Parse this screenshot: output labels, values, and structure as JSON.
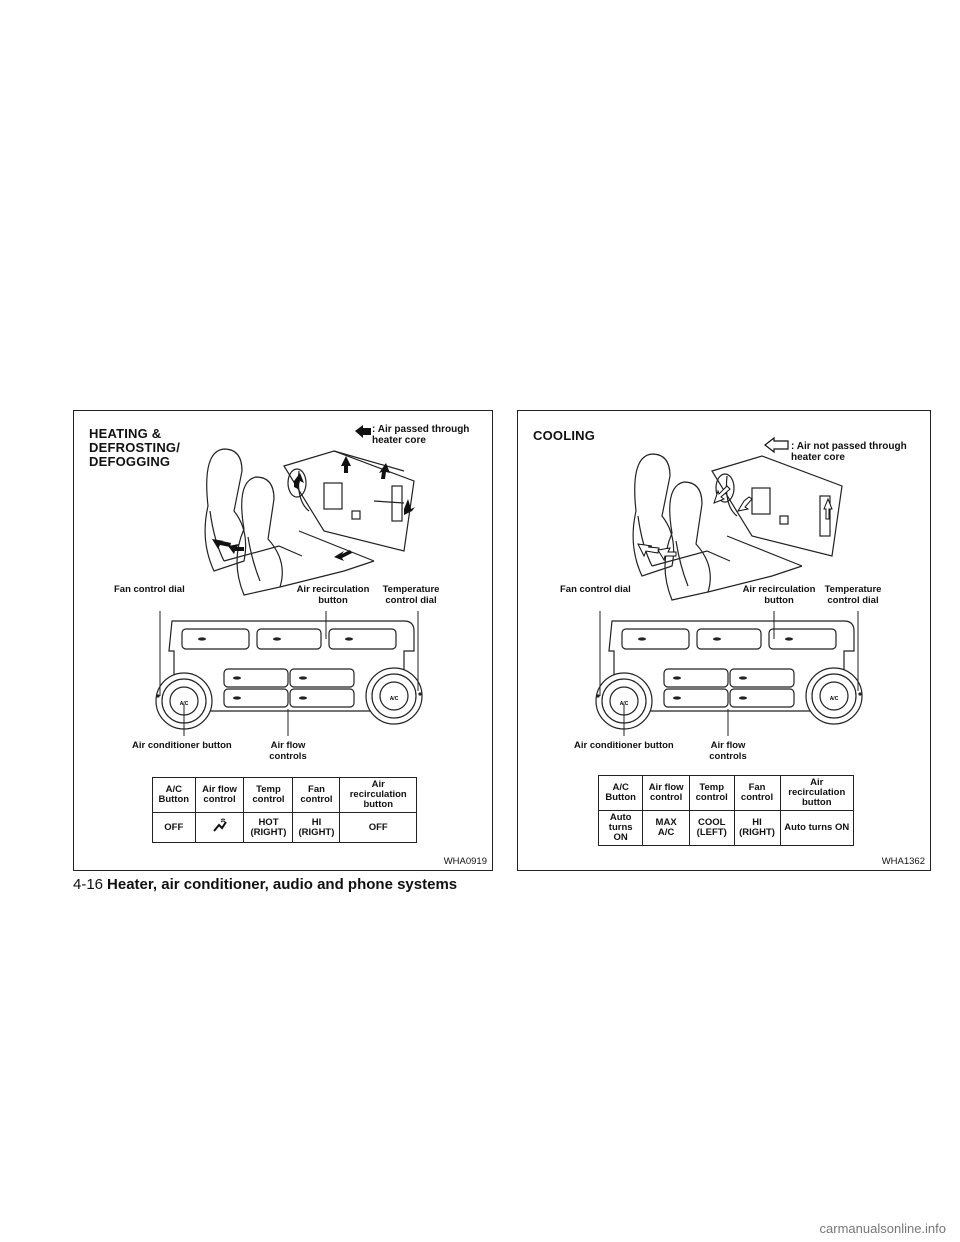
{
  "left": {
    "title": "HEATING & DEFROSTING/ DEFOGGING",
    "legend": ": Air passed through heater core",
    "fan_label": "Fan control dial",
    "recirc_label": "Air recirculation button",
    "temp_label": "Temperature control dial",
    "ac_label": "Air conditioner button",
    "airflow_label": "Air flow controls",
    "table": {
      "headers": [
        "A/C Button",
        "Air flow control",
        "Temp control",
        "Fan control",
        "Air recirculation button"
      ],
      "row": [
        "OFF",
        "",
        "HOT (RIGHT)",
        "HI (RIGHT)",
        "OFF"
      ]
    },
    "code": "WHA0919"
  },
  "right": {
    "title": "COOLING",
    "legend": ": Air not passed through heater core",
    "fan_label": "Fan control dial",
    "recirc_label": "Air recirculation button",
    "temp_label": "Temperature control dial",
    "ac_label": "Air conditioner button",
    "airflow_label": "Air flow controls",
    "table": {
      "headers": [
        "A/C Button",
        "Air flow control",
        "Temp control",
        "Fan control",
        "Air recirculation button"
      ],
      "row": [
        "Auto turns ON",
        "MAX A/C",
        "COOL (LEFT)",
        "HI (RIGHT)",
        "Auto turns ON"
      ]
    },
    "code": "WHA1362"
  },
  "footer": {
    "page_number": "4-16",
    "section": "Heater, air conditioner, audio and phone systems"
  },
  "dial_text": "A/C",
  "watermark": "carmanualsonline.info"
}
